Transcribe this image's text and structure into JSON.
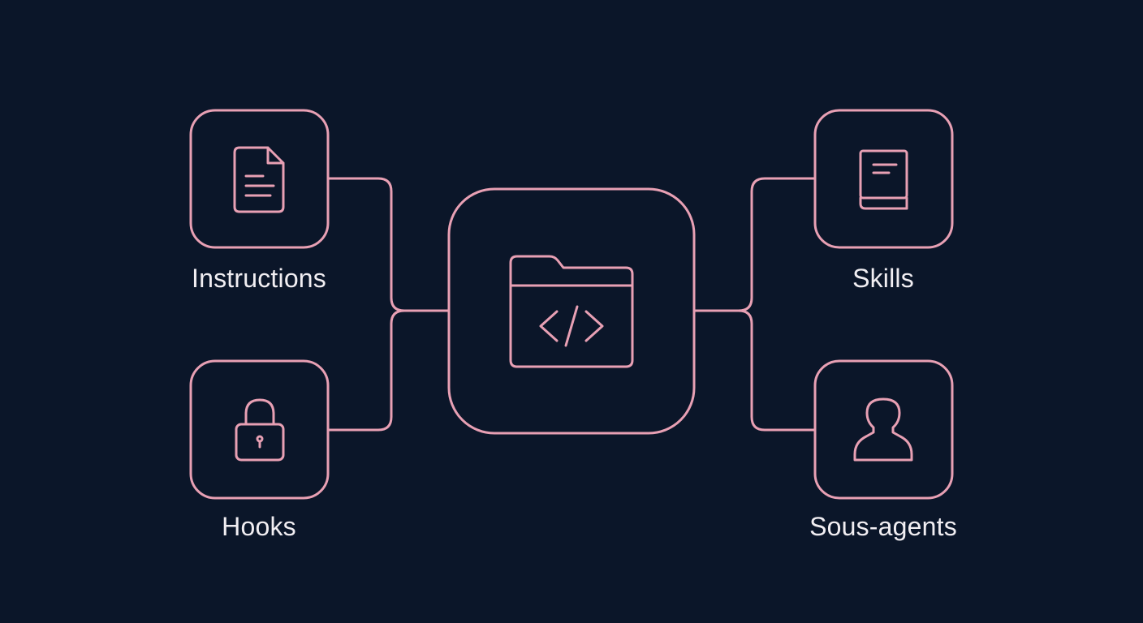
{
  "diagram": {
    "center": {
      "icon": "code-folder-icon"
    },
    "nodes": {
      "instructions": {
        "label": "Instructions",
        "icon": "document-icon"
      },
      "hooks": {
        "label": "Hooks",
        "icon": "lock-icon"
      },
      "skills": {
        "label": "Skills",
        "icon": "book-icon"
      },
      "subagents": {
        "label": "Sous-agents",
        "icon": "user-icon"
      }
    }
  },
  "colors": {
    "background": "#0b1629",
    "stroke": "#e8a0b4",
    "text": "#f1eef2"
  }
}
